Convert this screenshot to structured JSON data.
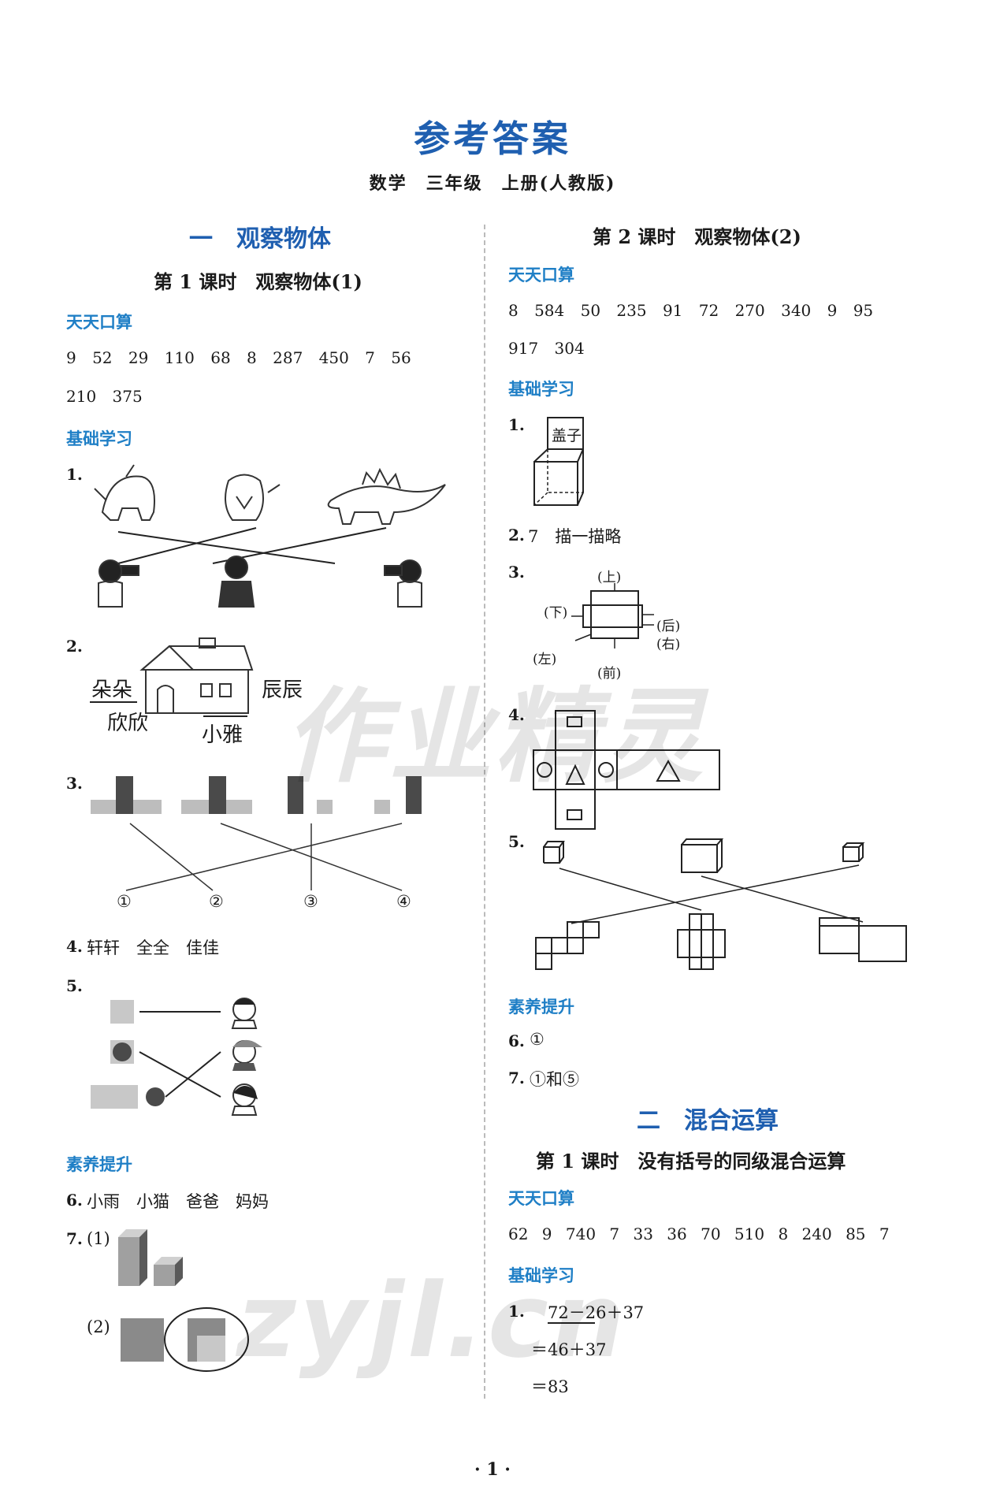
{
  "header": {
    "title": "参考答案",
    "subtitle": "数学　三年级　上册(人教版)"
  },
  "left": {
    "chapter": "一　观察物体",
    "lesson1": "第 1 课时　观察物体(1)",
    "sec_mental": "天天口算",
    "mental_row1": "9 52 29 110 68 8 287 450 7 56",
    "mental_row2": "210 375",
    "sec_basic": "基础学习",
    "q1": "1.",
    "q2": "2.",
    "q2_names": {
      "duoduo": "朵朵",
      "xinxin": "欣欣",
      "chenchen": "辰辰",
      "xiaoya": "小雅"
    },
    "q3": "3.",
    "q3_labels": [
      "①",
      "②",
      "③",
      "④"
    ],
    "q4": "4.",
    "q4_answer": "轩轩　全全　佳佳",
    "q5": "5.",
    "sec_improve": "素养提升",
    "q6": "6.",
    "q6_answer": "小雨　小猫　爸爸　妈妈",
    "q7": "7.",
    "q7_part1": "(1)",
    "q7_part2": "(2)"
  },
  "right": {
    "lesson2": "第 2 课时　观察物体(2)",
    "sec_mental": "天天口算",
    "mental_row1": "8 584 50 235 91 72 270 340 9 95",
    "mental_row2": "917 304",
    "sec_basic": "基础学习",
    "q1": "1.",
    "q1_label": "盖子",
    "q2": "2.",
    "q2_answer": "7　描一描略",
    "q3": "3.",
    "q3_labels": {
      "up": "(上)",
      "down": "(下)",
      "back": "(后)",
      "right": "(右)",
      "left": "(左)",
      "front": "(前)"
    },
    "q4": "4.",
    "q5": "5.",
    "sec_improve": "素养提升",
    "q6": "6.",
    "q6_answer": "①",
    "q7": "7.",
    "q7_answer": "①和⑤",
    "chapter2": "二　混合运算",
    "lesson3": "第 1 课时　没有括号的同级混合运算",
    "sec_mental2": "天天口算",
    "mental_row3": "62 9 740 7 33 36 70 510 8 240 85 7",
    "sec_basic2": "基础学习",
    "q1b": "1.",
    "calc1": "72－26＋37",
    "calc2": "＝46＋37",
    "calc3": "＝83"
  },
  "watermark1": "作业精灵",
  "watermark2": "zyjl.cn",
  "page_number": "· 1 ·"
}
